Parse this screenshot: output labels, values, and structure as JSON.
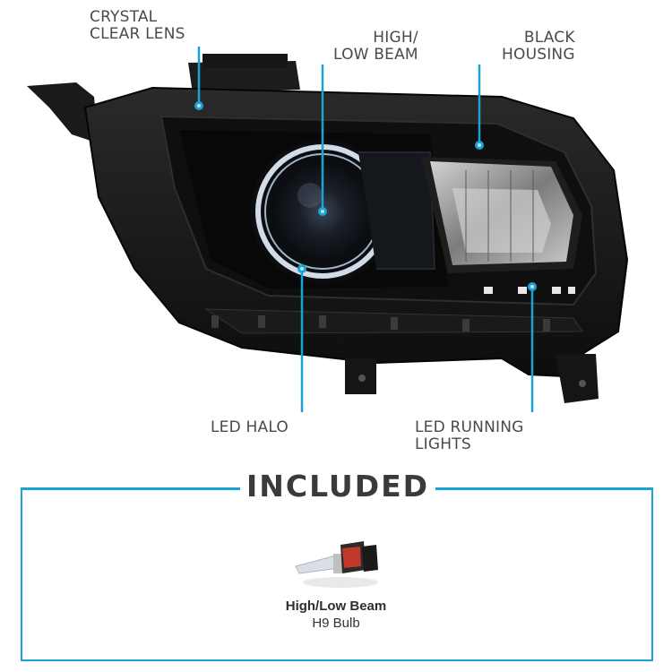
{
  "callouts": {
    "lens": [
      "CRYSTAL",
      "CLEAR LENS"
    ],
    "beam": [
      "HIGH/",
      "LOW BEAM"
    ],
    "housing": [
      "BLACK",
      "HOUSING"
    ],
    "halo": [
      "LED HALO"
    ],
    "running": [
      "LED RUNNING",
      "LIGHTS"
    ]
  },
  "included": {
    "title": "INCLUDED",
    "item_name": "High/Low Beam",
    "item_type": "H9 Bulb"
  },
  "colors": {
    "accent": "#1aa3d4",
    "housing": "#141414",
    "text": "#4a4a4a"
  },
  "icons": [
    "headlight-image",
    "h9-bulb-icon"
  ]
}
